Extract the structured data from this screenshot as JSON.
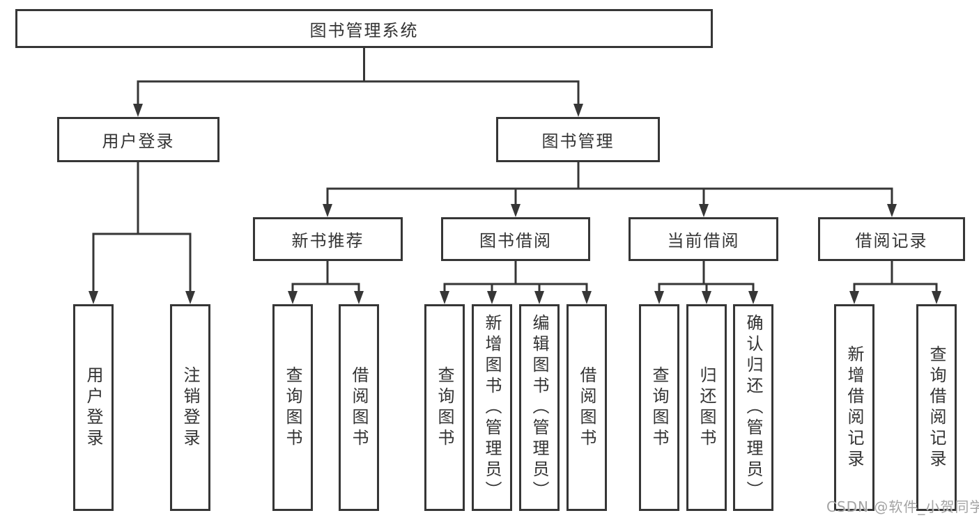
{
  "colors": {
    "line": "#363636",
    "box_border": "#363636",
    "box_background": "#ffffff",
    "text": "#333333",
    "watermark": "#9b9b9b"
  },
  "watermark": {
    "text": "CSDN @软件_小贺同学"
  },
  "tree": {
    "root": {
      "label": "图书管理系统",
      "children": [
        {
          "label": "用户登录",
          "children": [
            {
              "label": "用户登录"
            },
            {
              "label": "注销登录"
            }
          ]
        },
        {
          "label": "图书管理",
          "children": [
            {
              "label": "新书推荐",
              "children": [
                {
                  "label": "查询图书"
                },
                {
                  "label": "借阅图书"
                }
              ]
            },
            {
              "label": "图书借阅",
              "children": [
                {
                  "label": "查询图书"
                },
                {
                  "label": "新增图书（管理员）"
                },
                {
                  "label": "编辑图书（管理员）"
                },
                {
                  "label": "借阅图书"
                }
              ]
            },
            {
              "label": "当前借阅",
              "children": [
                {
                  "label": "查询图书"
                },
                {
                  "label": "归还图书"
                },
                {
                  "label": "确认归还（管理员）"
                }
              ]
            },
            {
              "label": "借阅记录",
              "children": [
                {
                  "label": "新增借阅记录"
                },
                {
                  "label": "查询借阅记录"
                }
              ]
            }
          ]
        }
      ]
    }
  }
}
